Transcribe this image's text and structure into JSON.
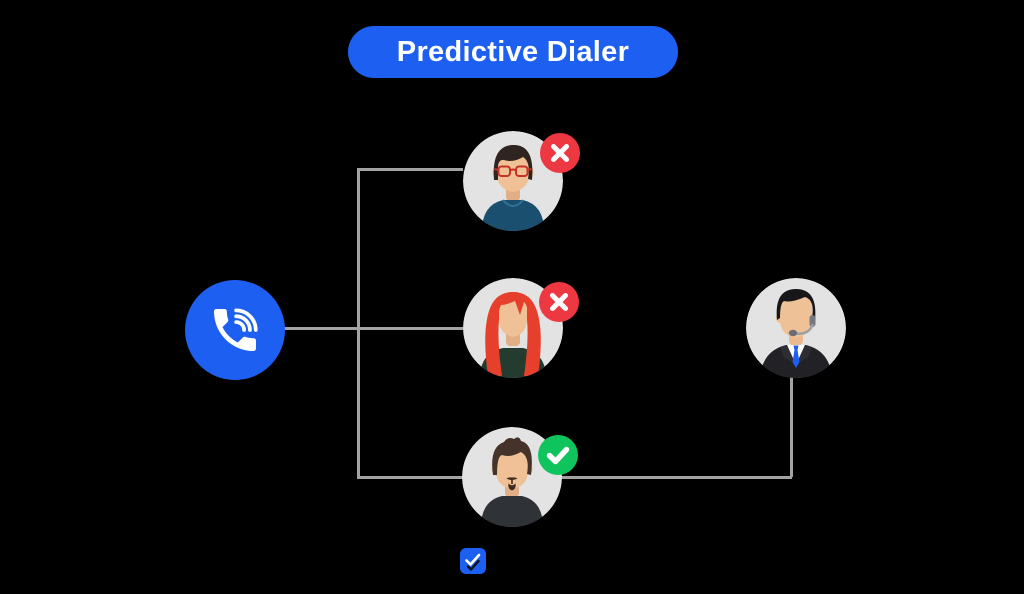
{
  "title": {
    "label": "Predictive Dialer"
  },
  "colors": {
    "background": "#000000",
    "blue": "#1d5ff0",
    "white": "#ffffff",
    "line": "#a3a3a3",
    "avatar_bg": "#e3e3e3",
    "red": "#ed3842",
    "green": "#0fc45c"
  },
  "dialer": {
    "icon": "phone-in-talk-icon"
  },
  "contacts": [
    {
      "icon": "man-glasses-avatar",
      "badge_icon": "x-badge-icon"
    },
    {
      "icon": "woman-redhair-avatar",
      "badge_icon": "x-badge-icon"
    },
    {
      "icon": "man-goatee-avatar",
      "badge_icon": "check-badge-icon"
    }
  ],
  "agent": {
    "icon": "support-agent-avatar"
  },
  "footer": {
    "icon": "double-check-logo-icon"
  }
}
